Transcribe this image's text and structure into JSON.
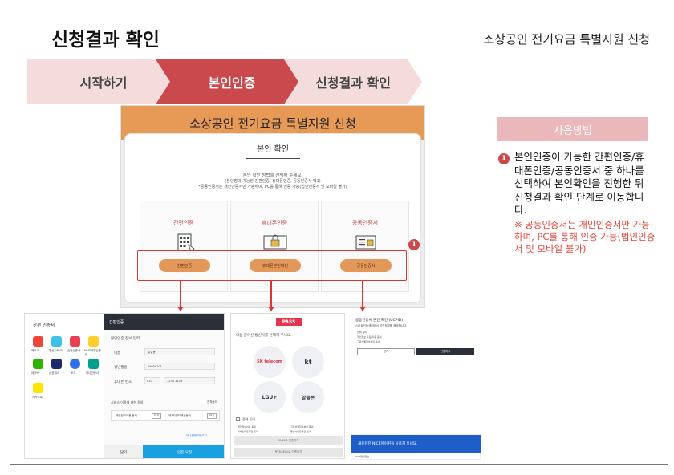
{
  "header": {
    "title": "신청결과 확인",
    "subtitle": "소상공인 전기요금 특별지원 신청"
  },
  "steps": [
    {
      "label": "시작하기",
      "active": false
    },
    {
      "label": "본인인증",
      "active": true
    },
    {
      "label": "신청결과 확인",
      "active": false
    }
  ],
  "main_shot": {
    "banner": "소상공인 전기요금 특별지원 신청",
    "card_title": "본인 확인",
    "desc1": "본인 확인 방법을 선택해 주세요.",
    "desc2": "(본인명의 가능한 간편인증, 휴대폰인증, 공동인증서 택1)",
    "desc3": "*공동인증서는 개인인증서만 가능하며, PC를 통해 인증 가능(법인인증서 및 모바일 불가)",
    "methods": [
      {
        "label": "간편인증",
        "button": "간편인증"
      },
      {
        "label": "휴대폰인증",
        "button": "휴대폰본인확인"
      },
      {
        "label": "공동인증서",
        "button": "공동인증서"
      }
    ]
  },
  "usage": {
    "head": "사용방법",
    "number": "1",
    "text": "본인인증이 가능한 간편인증/휴대폰인증/공동인증서 중 하나를 선택하여 본인확인을 진행한 뒤 신청결과 확인 단계로 이동합니다.",
    "note": "※ 공동인증서는 개인인증서만 가능하며, PC를 통해 인증 가능(법인인증서 및 모바일 불가)"
  },
  "badge_number": "1",
  "shot_simple": {
    "left_title": "간편 인증서",
    "apps": [
      "페이코",
      "통신사PASS",
      "신한인증서",
      "KB모바일인증서",
      "네이버",
      "삼성패스",
      "토스",
      "하나인증서",
      "카카오톡"
    ],
    "panel_title": "간편인증",
    "section": "본인인증 정보 입력",
    "fields": [
      {
        "label": "이름",
        "value": "홍길동"
      },
      {
        "label": "생년월일",
        "value": "19800101"
      },
      {
        "label": "휴대폰 번호",
        "value": "010"
      }
    ],
    "phone_tail": "1234 1234",
    "terms_title": "서비스 이용에 대한 동의",
    "terms_all": "전체동의",
    "term1": "개인정보이용 동의",
    "term2": "제3자정보제공동의",
    "view_label": "보기",
    "brand": "이니셜테크놀로지",
    "cancel": "닫기",
    "confirm": "인증 요청"
  },
  "shot_pass": {
    "logo": "PASS",
    "prompt": "이용 중이신 통신사를 선택해 주세요.",
    "carriers": [
      "SK telecom",
      "kt",
      "LGU+",
      "알뜰폰"
    ],
    "all_agree": "전체 동의",
    "agree_items": [
      "개인정보이용 동의",
      "고유식별정보처리 동의",
      "서비스이용약관 동의",
      "통신사이용약관 동의"
    ],
    "btn1": "PASS로 인증하기",
    "btn2": "문자(SMS)로 인증하기"
  },
  "shot_cert": {
    "title": "공동인증서 본인 확인 (UCPID)",
    "subtitle": "스마트인증센터에서 본인정보를 제공합니다.",
    "opts": [
      "전체 동의",
      "개인정보 수집/이용 동의",
      "고유식별정보처리 동의"
    ],
    "cancel": "닫기",
    "confirm": "인증하기"
  },
  "shot_ad": {
    "text": "새로워진 NICE아이핀을 사용해 보세요.",
    "small": "NICE평가정보"
  }
}
